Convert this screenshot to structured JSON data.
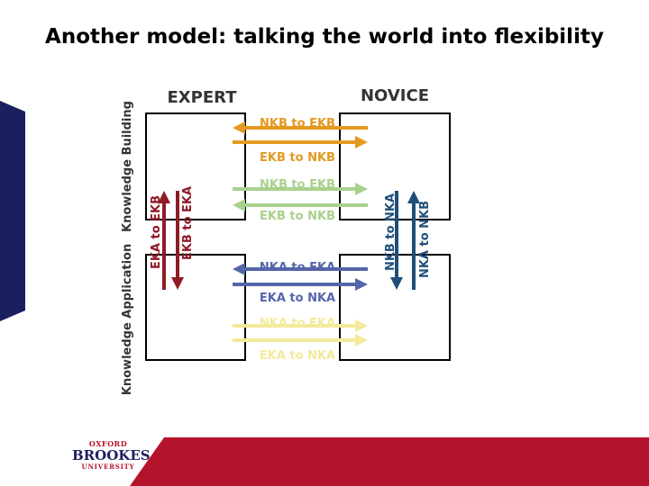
{
  "slide": {
    "title": "Another model: talking the world into flexibility"
  },
  "diagram": {
    "header_expert": "EXPERT",
    "header_novice": "NOVICE",
    "axis_left_top": "Knowledge Building",
    "axis_left_bottom": "Knowledge Application",
    "arrows": [
      {
        "label": "NKB to EKB",
        "direction": "left",
        "color": "#e39a1f"
      },
      {
        "label": "EKB to NKB",
        "direction": "right",
        "color": "#e39a1f"
      },
      {
        "label": "NKB to EKB",
        "direction": "right",
        "color": "#a9d18e"
      },
      {
        "label": "EKB to NKB",
        "direction": "left",
        "color": "#a9d18e"
      },
      {
        "label": "NKA to EKA",
        "direction": "left",
        "color": "#5565a8"
      },
      {
        "label": "EKA to NKA",
        "direction": "right",
        "color": "#5565a8"
      },
      {
        "label": "NKA to EKA",
        "direction": "right",
        "color": "#f3ea9a"
      },
      {
        "label": "EKA to NKA",
        "direction": "right",
        "color": "#f3ea9a"
      }
    ],
    "vertical_arrows": [
      {
        "label": "EKA to EKB",
        "direction": "up",
        "color": "#8e1b26"
      },
      {
        "label": "EKB to EKA",
        "direction": "down",
        "color": "#8e1b26"
      },
      {
        "label": "NKB to NKA",
        "direction": "down",
        "color": "#1f4e79"
      },
      {
        "label": "NKA to NKB",
        "direction": "up",
        "color": "#1f4e79"
      }
    ]
  },
  "branding": {
    "logo_line1": "OXFORD",
    "logo_line2": "BROOKES",
    "logo_line3": "UNIVERSITY"
  },
  "colors": {
    "accent_navy": "#1c1f5e",
    "footer_red": "#b5132b",
    "box_border": "#000000",
    "logo_text": "#3a3a3a"
  }
}
